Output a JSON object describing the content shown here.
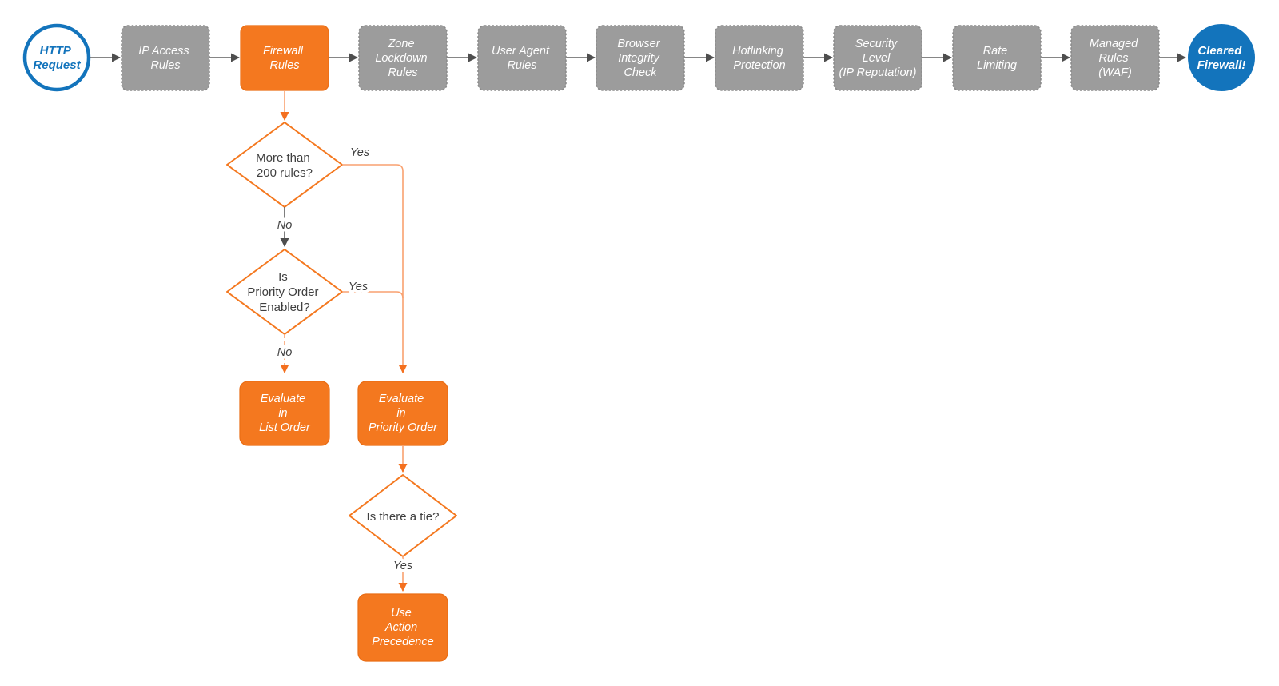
{
  "colors": {
    "canvas-bg": "#ffffff",
    "orange": "#F4781F",
    "orange-border": "#E96D15",
    "orange-line": "#F9A170",
    "orange-arrow": "#F4701F",
    "gray-fill": "#9C9C9C",
    "gray-border": "#8A8A8A",
    "gray-line": "#5E5E5E",
    "gray-arrow": "#4E4E4E",
    "blue": "#1374BC",
    "text-dark": "#3F3F3F"
  },
  "pipeline": {
    "start": {
      "line1": "HTTP",
      "line2": "Request"
    },
    "stages": [
      {
        "line1": "IP Access",
        "line2": "Rules"
      },
      {
        "line1": "Firewall",
        "line2": "Rules"
      },
      {
        "line1": "Zone",
        "line2": "Lockdown",
        "line3": "Rules"
      },
      {
        "line1": "User Agent",
        "line2": "Rules"
      },
      {
        "line1": "Browser",
        "line2": "Integrity",
        "line3": "Check"
      },
      {
        "line1": "Hotlinking",
        "line2": "Protection"
      },
      {
        "line1": "Security",
        "line2": "Level",
        "line3": "(IP Reputation)"
      },
      {
        "line1": "Rate",
        "line2": "Limiting"
      },
      {
        "line1": "Managed",
        "line2": "Rules",
        "line3": "(WAF)"
      }
    ],
    "end": {
      "line1": "Cleared",
      "line2": "Firewall!"
    }
  },
  "decisions": {
    "rules_count": {
      "line1": "More than",
      "line2": "200 rules?"
    },
    "priority_enabled": {
      "line1": "Is",
      "line2": "Priority Order",
      "line3": "Enabled?"
    },
    "tie": {
      "line1": "Is there a tie?"
    }
  },
  "branch_labels": {
    "yes": "Yes",
    "no": "No"
  },
  "actions": {
    "list_order": {
      "line1": "Evaluate",
      "line2": "in",
      "line3": "List Order"
    },
    "priority_order": {
      "line1": "Evaluate",
      "line2": "in",
      "line3": "Priority Order"
    },
    "action_precedence": {
      "line1": "Use",
      "line2": "Action",
      "line3": "Precedence"
    }
  }
}
